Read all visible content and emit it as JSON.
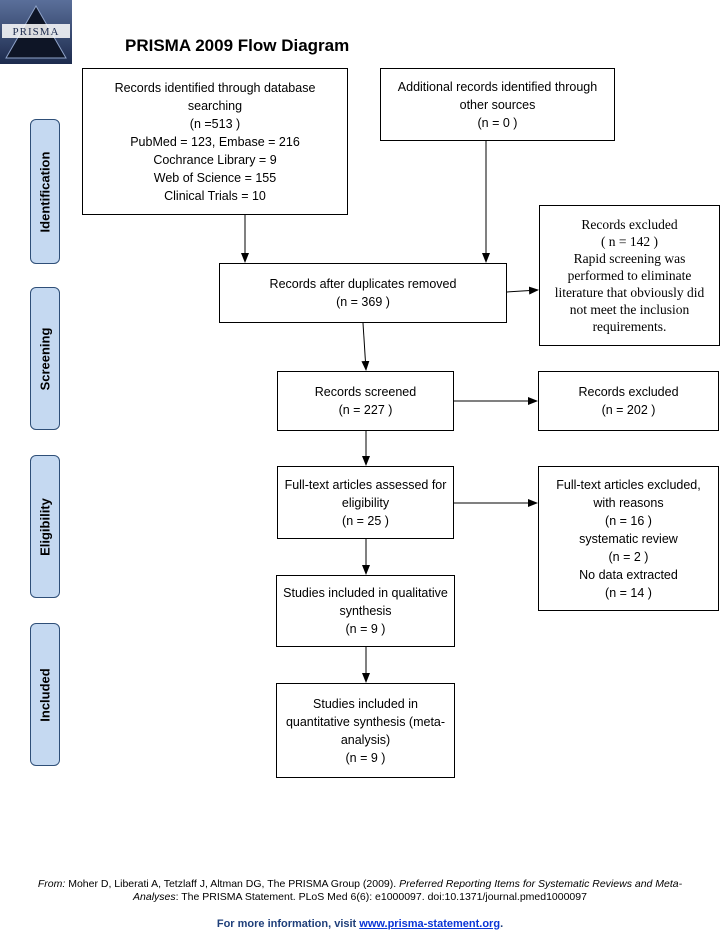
{
  "logo": {
    "text": "PRISMA"
  },
  "title": "PRISMA 2009 Flow Diagram",
  "stages": {
    "identification": "Identification",
    "screening": "Screening",
    "eligibility": "Eligibility",
    "included": "Included"
  },
  "boxes": {
    "db_search": [
      "Records identified through database searching",
      "(n =513  )",
      "PubMed = 123, Embase = 216",
      "Cochrance Library = 9",
      "Web of Science = 155",
      "Clinical Trials = 10"
    ],
    "other_sources": [
      "Additional records identified through other sources",
      "(n =  0 )"
    ],
    "duplicates_removed": [
      "Records after duplicates removed",
      "(n = 369 )"
    ],
    "excluded_rapid": [
      "Records excluded",
      "( n = 142 )",
      "Rapid screening was performed to eliminate literature that obviously did not meet the inclusion requirements."
    ],
    "screened": [
      "Records screened",
      "(n = 227 )"
    ],
    "excluded_screen": [
      "Records excluded",
      "(n =  202 )"
    ],
    "fulltext_assessed": [
      "Full-text articles assessed for eligibility",
      "(n =  25 )"
    ],
    "fulltext_excluded": [
      "Full-text articles excluded, with reasons",
      "(n =  16 )",
      "systematic review",
      "(n = 2 )",
      "No data extracted",
      "(n = 14 )"
    ],
    "qualitative": [
      "Studies included in qualitative synthesis",
      "(n = 9  )"
    ],
    "quantitative": [
      "Studies included in quantitative synthesis (meta-analysis)",
      "(n = 9  )"
    ]
  },
  "citation": {
    "from": "From:",
    "text1": " Moher D, Liberati A, Tetzlaff J, Altman DG, The PRISMA Group (2009). ",
    "title": "Preferred Reporting Items for Systematic Reviews and Meta-Analyses",
    "text2": ": The PRISMA Statement. PLoS Med 6(6): e1000097. doi:10.1371/journal.pmed1000097"
  },
  "footer": {
    "prefix": "For more information, visit ",
    "link": "www.prisma-statement.org",
    "suffix": "."
  },
  "colors": {
    "stage_fill": "#c5d9f1",
    "stage_border": "#2f4f78",
    "link": "#0b35d6"
  }
}
